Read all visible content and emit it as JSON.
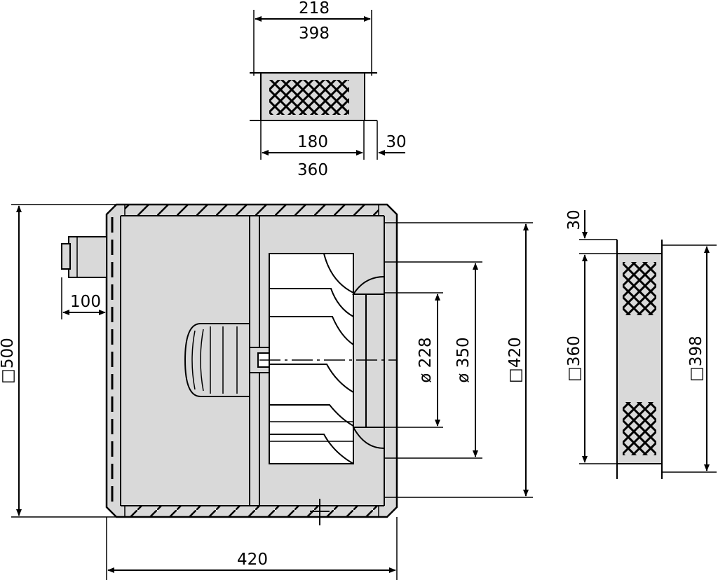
{
  "dimensions": {
    "top_width_outer": "218",
    "top_width_flange": "398",
    "top_inner": "180",
    "top_flange": "30",
    "top_overall": "360",
    "left_height": "□500",
    "motor_offset": "100",
    "bottom_width": "420",
    "inlet_diameter": "ø 228",
    "outlet_diameter": "ø 350",
    "outlet_square": "□420",
    "side_flange": "30",
    "side_inner": "□360",
    "side_outer": "□398"
  },
  "colors": {
    "housing_fill": "#d9d9d9",
    "line": "#000000"
  }
}
